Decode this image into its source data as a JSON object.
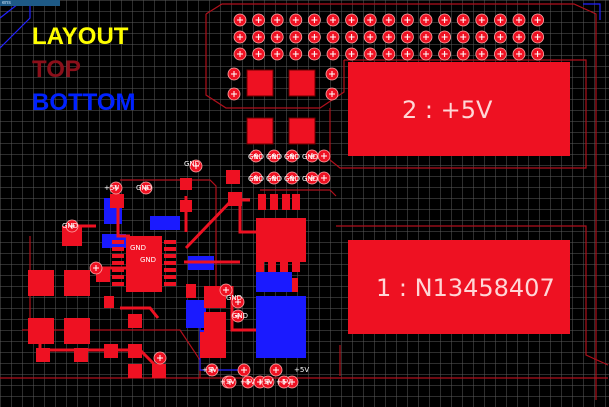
{
  "window": {
    "tab_label": "ens"
  },
  "legend": {
    "layout": {
      "text": "LAYOUT",
      "color": "#ffff00"
    },
    "top": {
      "text": "TOP",
      "color": "#8b0f1a"
    },
    "bottom": {
      "text": "BOTTOM",
      "color": "#0022ff"
    }
  },
  "nets": {
    "net2": "2 : +5V",
    "net1": "1 : N13458407"
  },
  "pad_labels": {
    "plus5v": "+5V",
    "gnd": "GND"
  },
  "colors": {
    "background": "#000000",
    "grid": "#5b5b5b",
    "top_copper": "#ee1122",
    "bottom_copper": "#1a1aff",
    "outline": "#b0101c"
  }
}
